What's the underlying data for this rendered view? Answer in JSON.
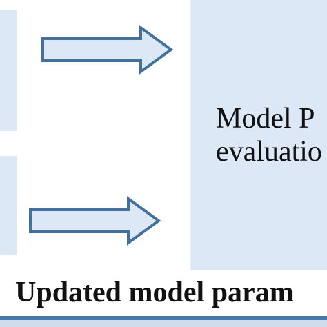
{
  "diagram": {
    "main_box": {
      "line1": "Model P",
      "line2": "evaluatio"
    },
    "bottom_label": "Updated model param",
    "colors": {
      "box_fill": "#dde8f6",
      "arrow_fill": "#dde8f6",
      "arrow_stroke": "#41719c",
      "bottom_bar": "#4a78ab"
    }
  }
}
